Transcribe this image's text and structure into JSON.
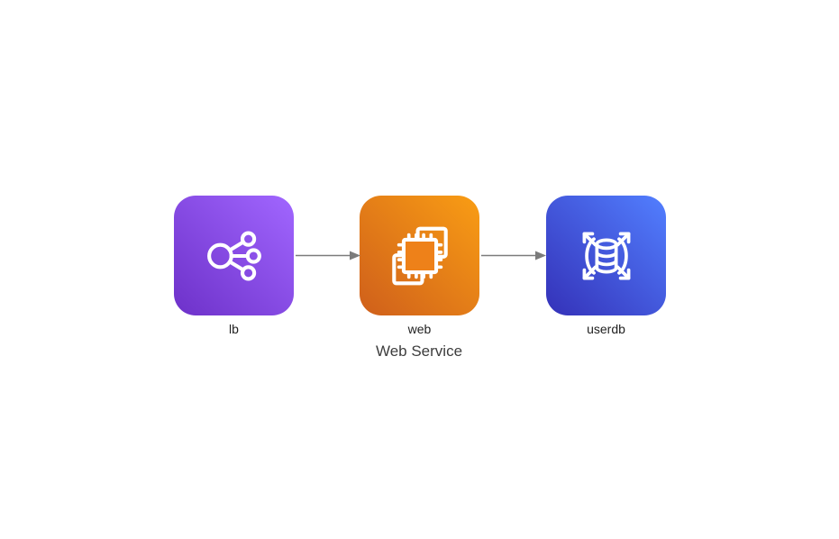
{
  "diagram": {
    "title": "Web Service",
    "nodes": [
      {
        "id": "lb",
        "label": "lb",
        "icon": "load-balancer-icon",
        "type": "elastic-load-balancer"
      },
      {
        "id": "web",
        "label": "web",
        "icon": "compute-chip-icon",
        "type": "compute-instance"
      },
      {
        "id": "userdb",
        "label": "userdb",
        "icon": "database-scaling-icon",
        "type": "database"
      }
    ],
    "edges": [
      {
        "from": "lb",
        "to": "web"
      },
      {
        "from": "web",
        "to": "userdb"
      }
    ]
  },
  "colors": {
    "canvas-bg": "#ffffff",
    "arrow": "#7b7b7b",
    "label-text": "#222222",
    "title-text": "#3d3d3d",
    "lb-grad-from": "#6d31c9",
    "lb-grad-to": "#a166ff",
    "web-grad-from": "#cf5f1b",
    "web-grad-to": "#f99d14",
    "web-chip-fill": "#ee8119",
    "db-grad-from": "#3431b8",
    "db-grad-to": "#527fff"
  }
}
